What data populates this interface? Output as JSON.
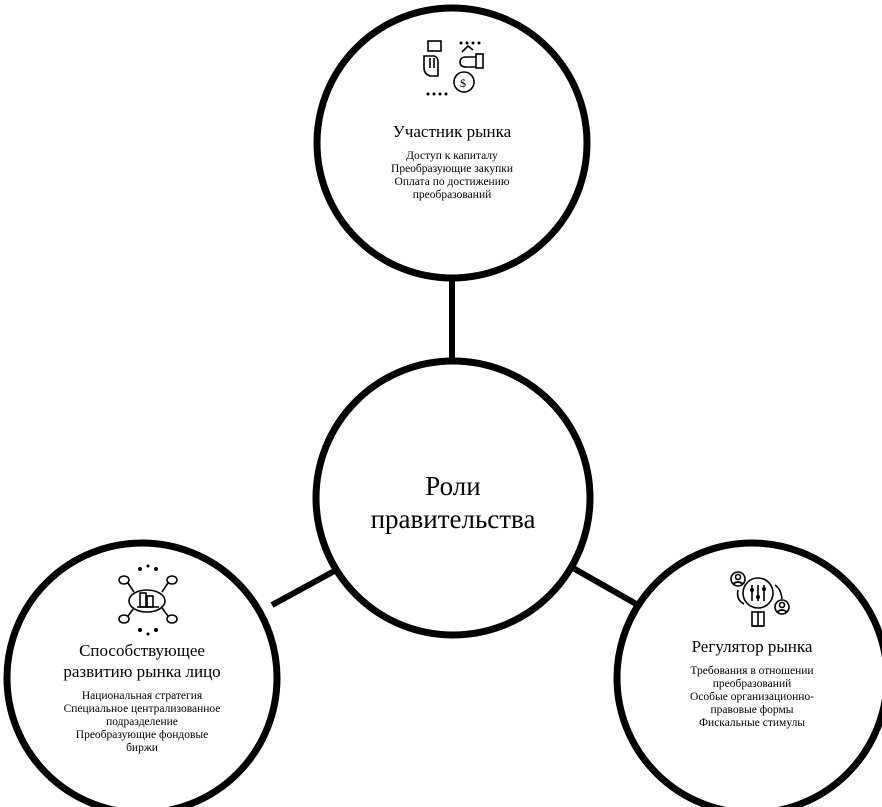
{
  "center": {
    "title_lines": [
      "Роли",
      "правительства"
    ]
  },
  "nodes": [
    {
      "id": "market-participant",
      "icon": "hand-money-exchange-icon",
      "title": "Участник рынка",
      "lines": [
        "Доступ к капиталу",
        "Преобразующие закупки",
        "Оплата по достижению",
        "преобразований"
      ]
    },
    {
      "id": "market-facilitator",
      "icon": "network-building-icon",
      "title_lines": [
        "Способствующее",
        "развитию рынка лицо"
      ],
      "lines": [
        "Национальная стратегия",
        "Специальное централизованное",
        "подразделение",
        "Преобразующие фондовые",
        "биржи"
      ]
    },
    {
      "id": "market-regulator",
      "icon": "regulation-controls-icon",
      "title": "Регулятор рынка",
      "lines": [
        "Требования в отношении",
        "преобразований",
        "Особые организационно-",
        "правовые формы",
        "Фискальные стимулы"
      ]
    }
  ],
  "colors": {
    "stroke": "#000000",
    "fill": "#ffffff"
  }
}
